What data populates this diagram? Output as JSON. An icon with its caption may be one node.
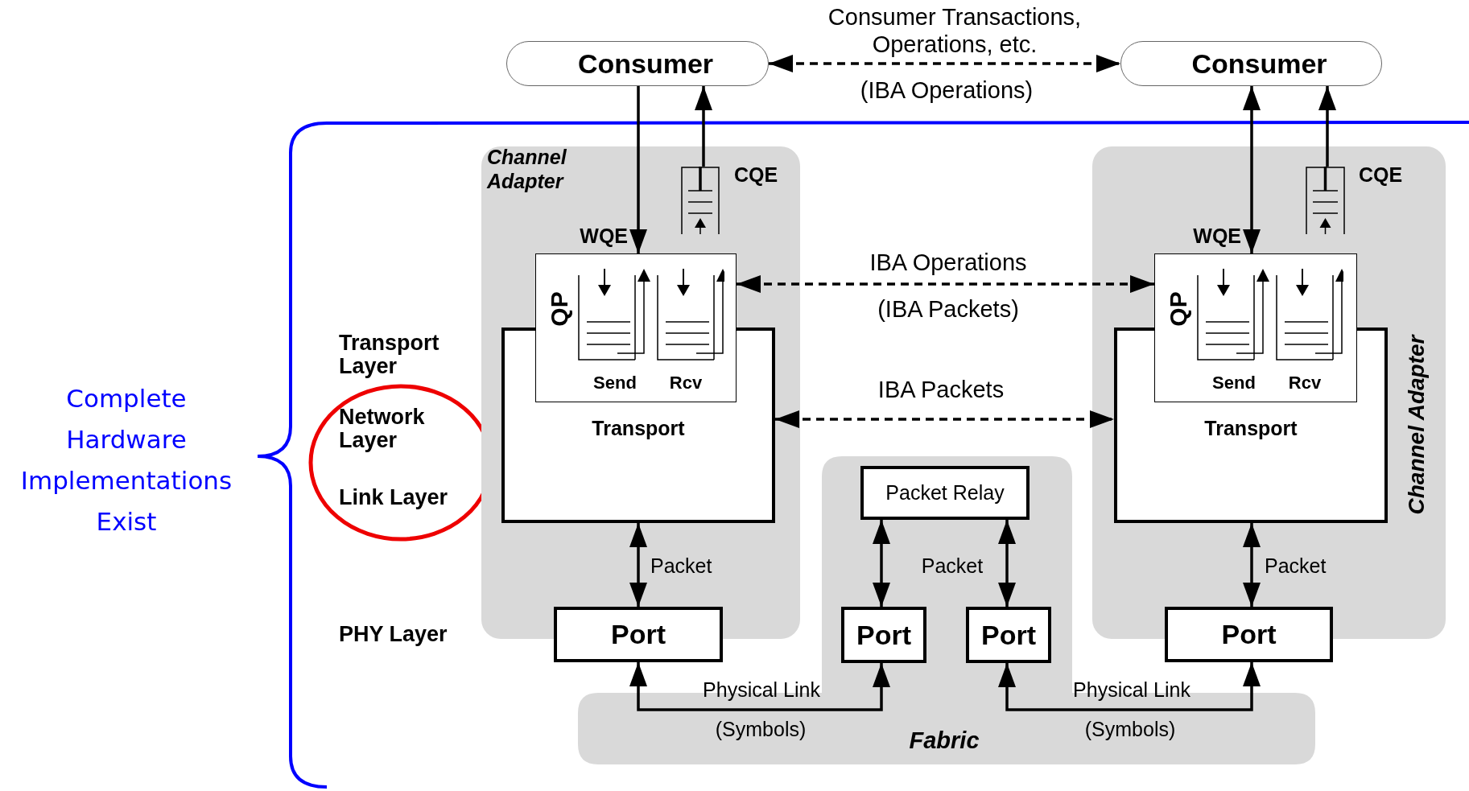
{
  "diagram": {
    "nodes": [
      {
        "text": [
          "Consumer"
        ]
      },
      {
        "text": [
          "Consumer"
        ]
      },
      {
        "text": [
          "Channel Adapter"
        ]
      },
      {
        "text": [
          "Channel Adapter"
        ]
      },
      {
        "text": [
          "Transport"
        ],
        "in": 2
      },
      {
        "text": [
          "QP",
          "Send",
          "Rcv"
        ],
        "in": 2
      },
      {
        "text": [],
        "shape": "box",
        "beside": [
          "CQE"
        ],
        "in": 2
      },
      {
        "text": [
          "Port"
        ]
      },
      {
        "text": [
          "Fabric"
        ]
      },
      {
        "text": [
          "Packet Relay"
        ],
        "in": 8
      },
      {
        "text": [
          "Port"
        ],
        "in": 8
      },
      {
        "text": [
          "Port"
        ],
        "in": 8
      },
      {
        "text": [
          "Transport"
        ],
        "in": 3
      },
      {
        "text": [
          "QP",
          "Send",
          "Rcv"
        ],
        "in": 3
      },
      {
        "text": [],
        "shape": "box",
        "beside": [
          "CQE"
        ],
        "in": 3
      },
      {
        "text": [
          "Port"
        ]
      }
    ],
    "edges": [
      {
        "from": 0,
        "to": 1,
        "arrow": "both",
        "style": "dashed",
        "label": "Consumer Transactions, Operations, etc."
      },
      {
        "from": 0,
        "to": 5,
        "arrow": "to",
        "label": "WQE"
      },
      {
        "from": 6,
        "to": 0,
        "arrow": "to"
      },
      {
        "from": 5,
        "to": 13,
        "arrow": "both",
        "style": "dashed",
        "label": "IBA Operations"
      },
      {
        "from": 4,
        "to": 12,
        "arrow": "both",
        "style": "dashed",
        "label": "IBA Packets"
      },
      {
        "from": 4,
        "to": 7,
        "arrow": "both",
        "label": "Packet"
      },
      {
        "from": 9,
        "to": 10,
        "arrow": "both"
      },
      {
        "from": 9,
        "to": 11,
        "arrow": "both",
        "label": "Packet"
      },
      {
        "from": 12,
        "to": 15,
        "arrow": "both",
        "label": "Packet"
      },
      {
        "from": 7,
        "to": 10,
        "arrow": "both",
        "label": "Physical Link"
      },
      {
        "from": 11,
        "to": 15,
        "arrow": "both",
        "label": "Physical Link"
      },
      {
        "from": 1,
        "to": 13,
        "arrow": "both",
        "label": "WQE"
      },
      {
        "from": 14,
        "to": 1,
        "arrow": "to"
      }
    ],
    "labels": [
      "(IBA Operations)",
      "(IBA Packets)",
      "Transport Layer",
      "Complete Hardware Implementations Exist",
      "Network Layer",
      "Link Layer",
      "PHY Layer",
      "(Symbols)",
      "(Symbols)"
    ]
  }
}
